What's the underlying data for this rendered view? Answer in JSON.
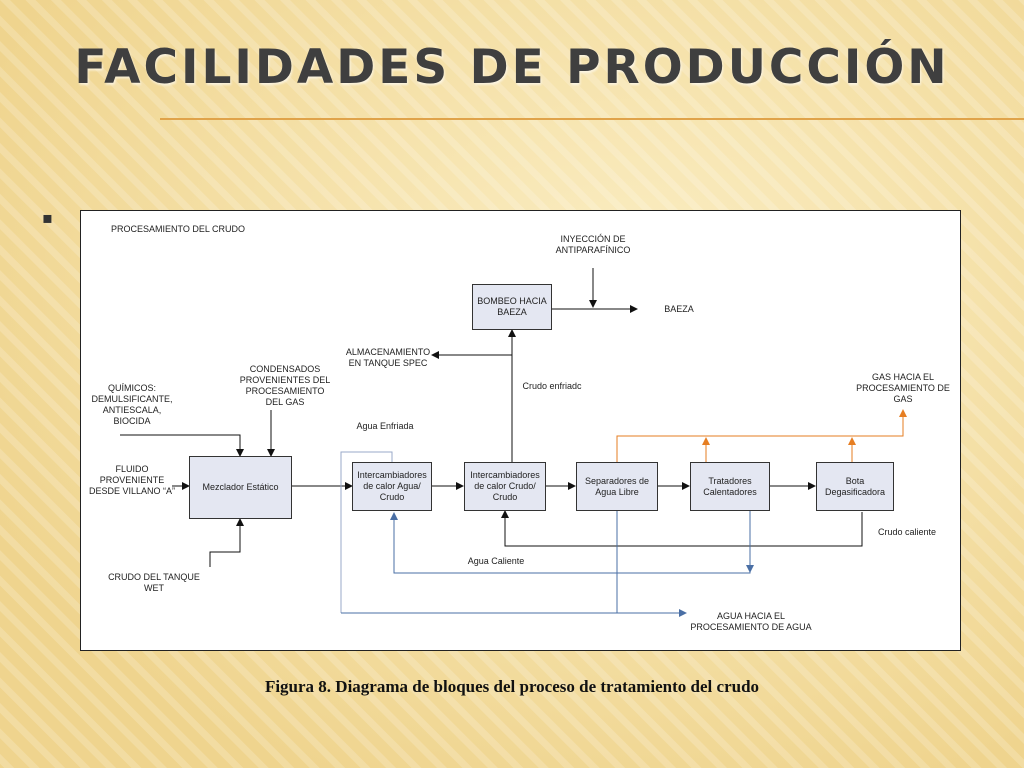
{
  "slide": {
    "title": "FACILIDADES DE PRODUCCIÓN",
    "bullet": "▪",
    "caption": "Figura 8. Diagrama de bloques del proceso de tratamiento del crudo",
    "colors": {
      "background": "#f3dc9b",
      "title": "#3f3f3f",
      "rule": "#e0a34a",
      "box_fill": "#e4e7f2",
      "blue_line": "#4a6fa5",
      "orange_line": "#e67e22"
    }
  },
  "diagram": {
    "header": "PROCESAMIENTO DEL CRUDO",
    "boxes": {
      "bombeo": "BOMBEO  HACIA\nBAEZA",
      "mezclador": "Mezclador  Estático",
      "interc_agua": "Intercambiadores\nde calor  Agua/\nCrudo",
      "interc_crudo": "Intercambiadores\nde calor  Crudo/\nCrudo",
      "separadores": "Separadores de\nAgua Libre",
      "tratadores": "Tratadores\nCalentadores",
      "bota": "Bota\nDegasificadora"
    },
    "labels": {
      "inyeccion": "INYECCIÓN  DE\nANTIPARAFÍNICO",
      "baeza": "BAEZA",
      "almacenamiento": "ALMACENAMIENTO\nEN TANQUE  SPEC",
      "crudo_enfriado": "Crudo enfriadc",
      "gas": "GAS HACIA  EL\nPROCESAMIENTO DE\nGAS",
      "quimicos": "QUÍMICOS:\nDEMULSIFICANTE,\nANTIESCALA,\nBIOCIDA",
      "condensados": "CONDENSADOS\nPROVENIENTES DEL\nPROCESAMIENTO\nDEL  GAS",
      "agua_enfriada": "Agua  Enfriada",
      "fluido": "FLUIDO\nPROVENIENTE\nDESDE  VILLANO  “A”",
      "crudo_caliente": "Crudo  caliente",
      "agua_caliente": "Agua  Caliente",
      "crudo_tanque": "CRUDO  DEL  TANQUE\nWET",
      "agua_procesamiento": "AGUA  HACIA  EL\nPROCESAMIENTO  DE  AGUA"
    }
  }
}
